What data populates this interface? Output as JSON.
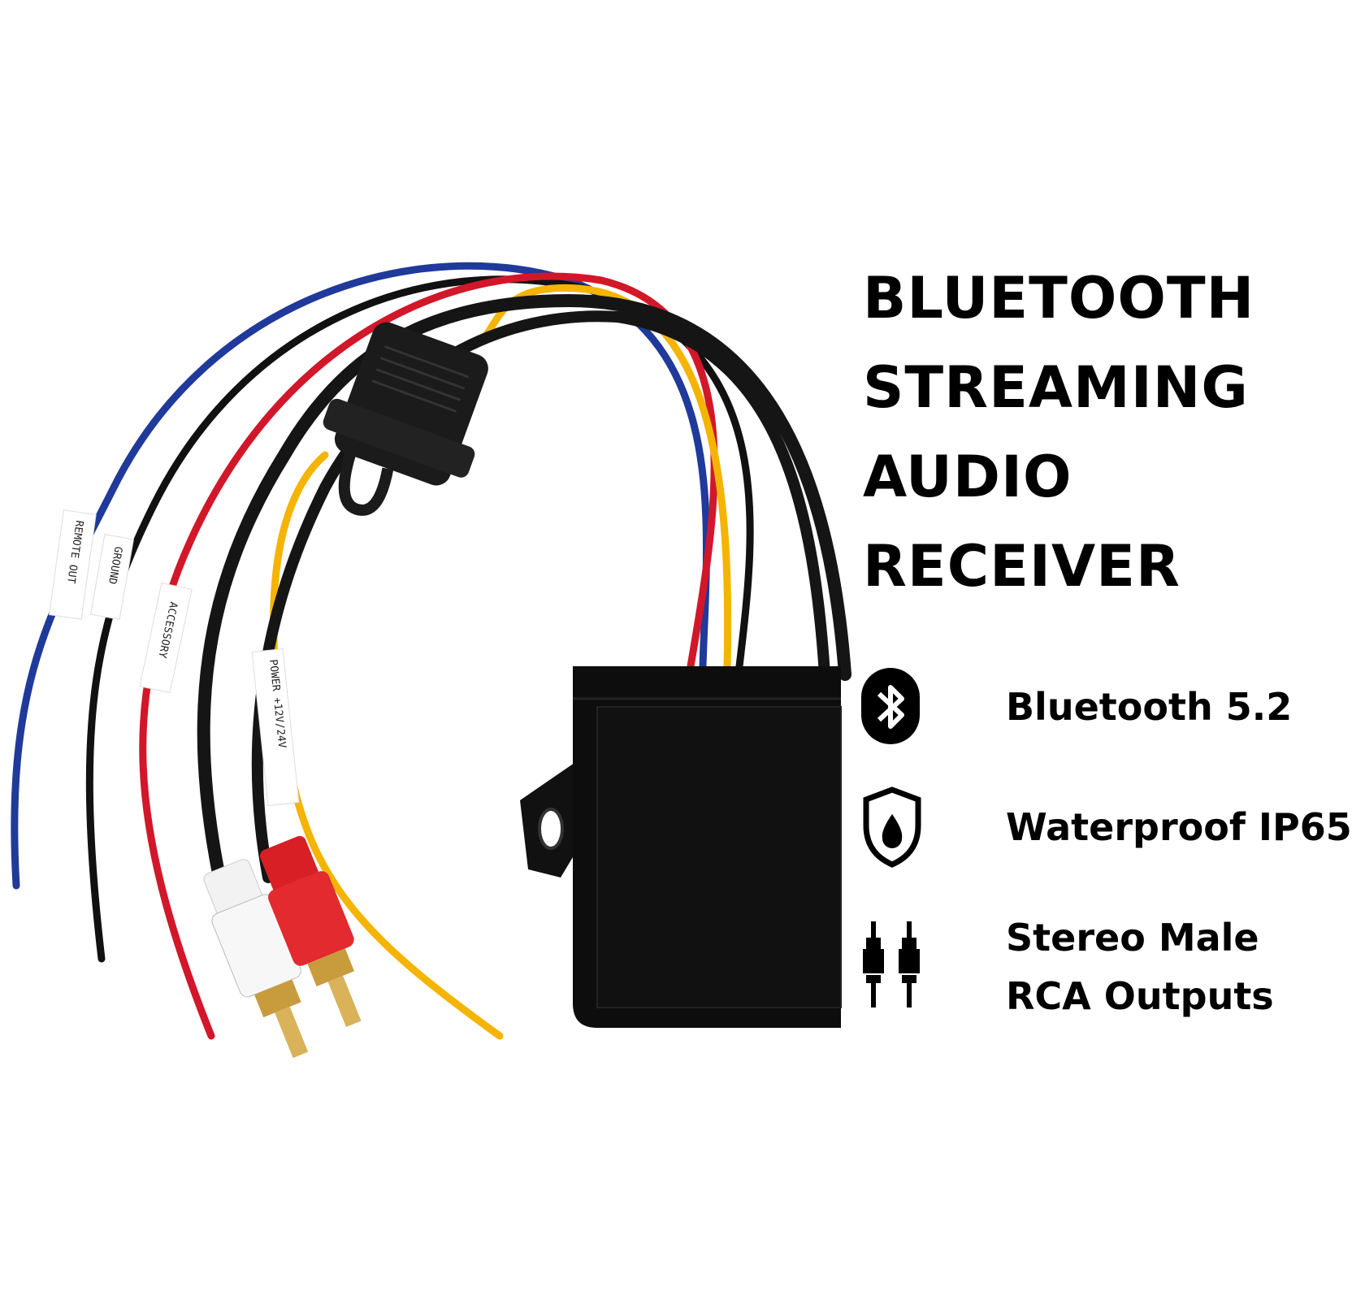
{
  "headline": {
    "lines": [
      "BLUETOOTH",
      "STREAMING",
      "AUDIO",
      "RECEIVER"
    ]
  },
  "features": [
    {
      "icon": "bluetooth-icon",
      "lines": [
        "Bluetooth 5.2"
      ]
    },
    {
      "icon": "water-drop-shield-icon",
      "lines": [
        "Waterproof IP65"
      ]
    },
    {
      "icon": "rca-plugs-icon",
      "lines": [
        "Stereo Male",
        "RCA Outputs"
      ]
    }
  ],
  "wire_labels": {
    "blue": "REMOTE OUT",
    "black": "GROUND",
    "red": "ACCESSORY",
    "yellow": "POWER +12V/24V"
  },
  "colors": {
    "blue_wire": "#1f3a9a",
    "black_wire": "#111111",
    "red_wire": "#d2172a",
    "yellow_wire": "#f4b400",
    "box": "#0d0d0d"
  }
}
